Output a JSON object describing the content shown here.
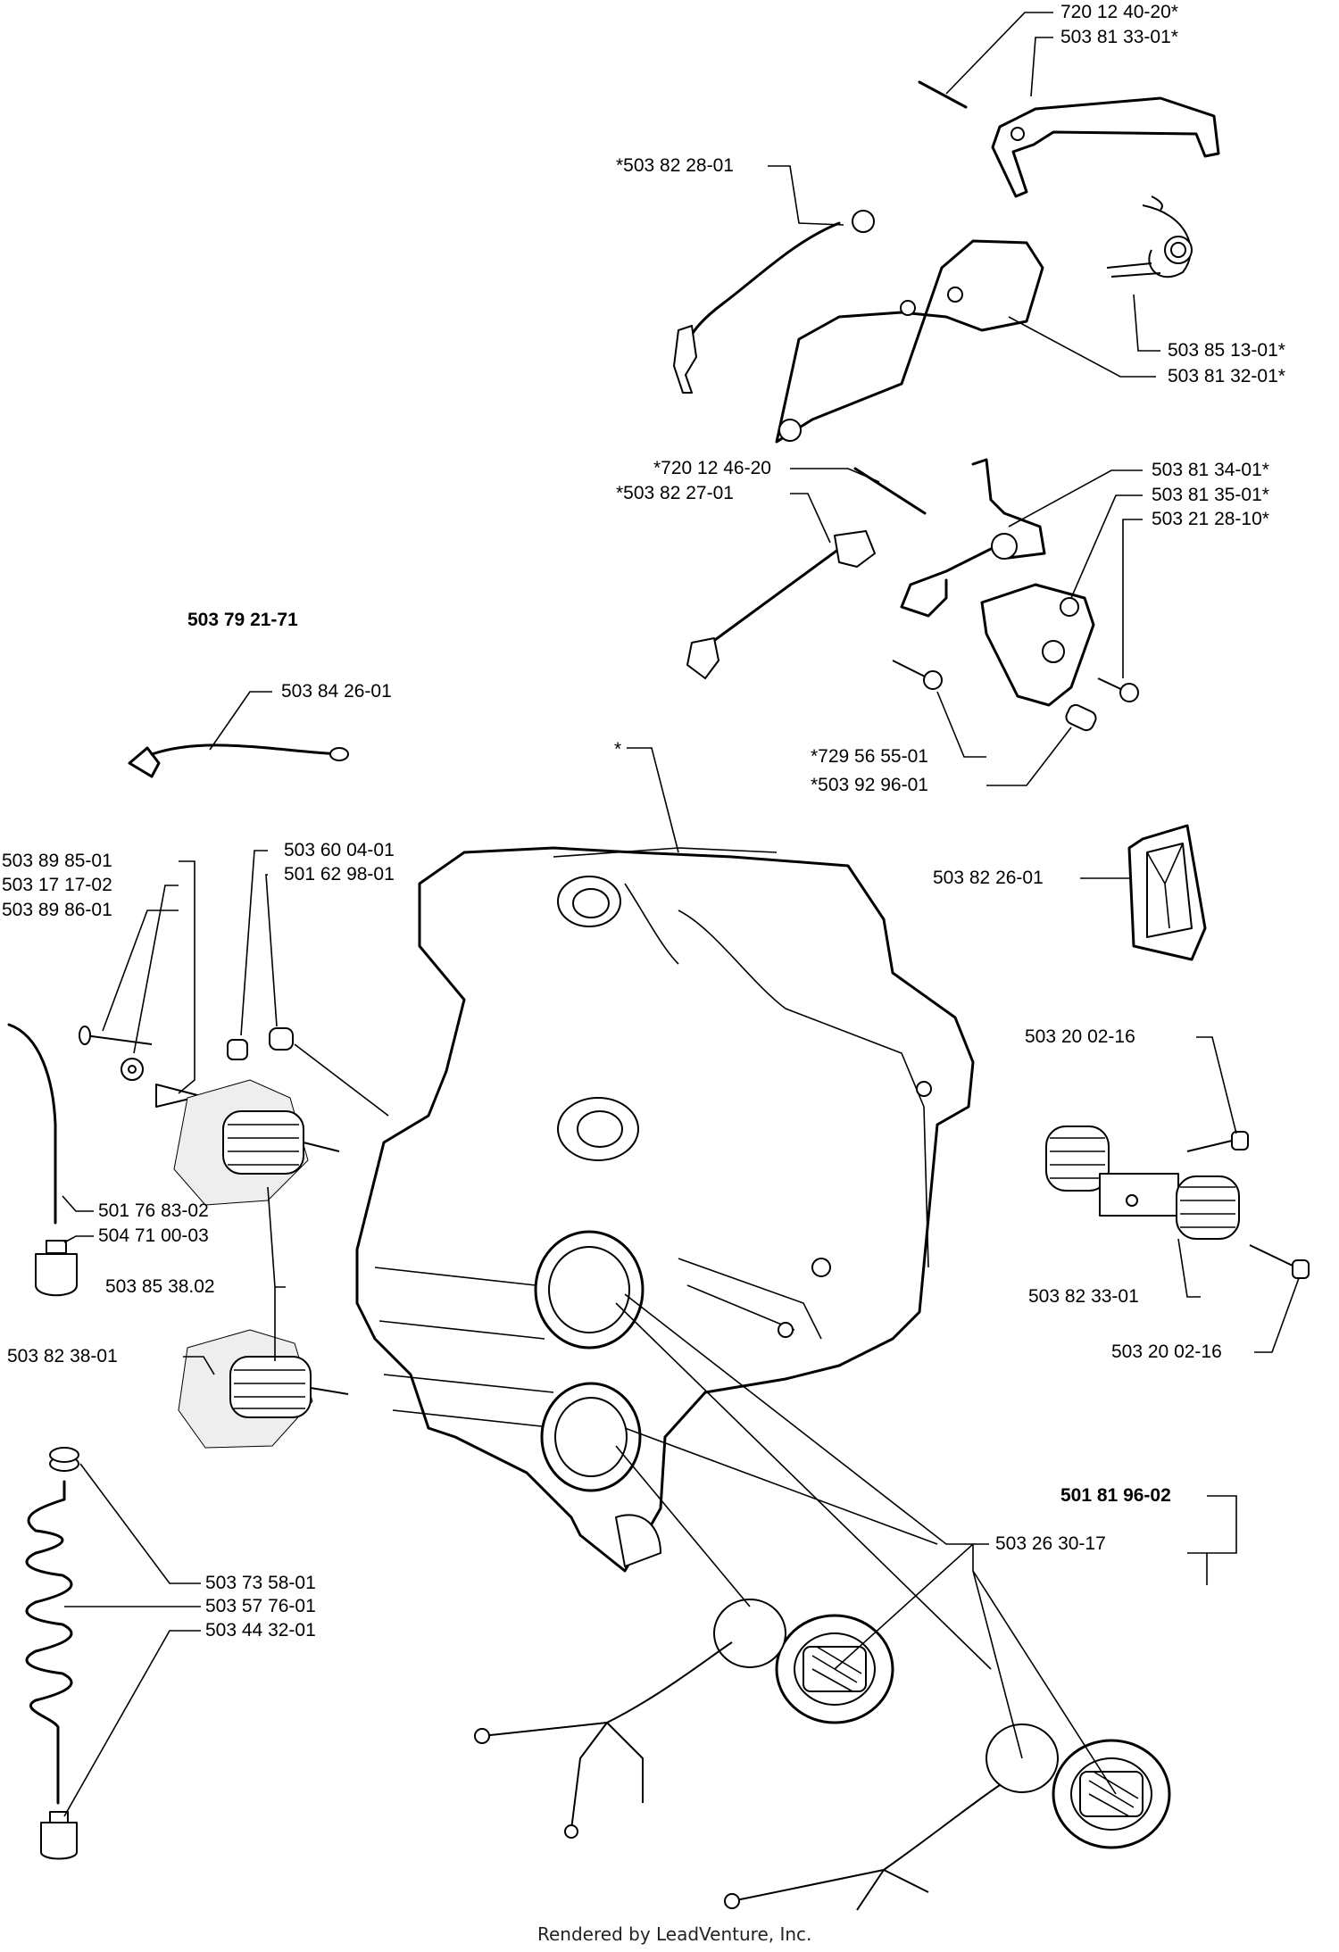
{
  "diagram": {
    "kit_label": "503 79 21-71",
    "assembly_label": "501 81 96-02",
    "labels": {
      "p_720_12_40_20": "720 12 40-20*",
      "p_503_81_33_01": "503 81 33-01*",
      "p_503_82_28_01": "*503 82 28-01",
      "p_503_85_13_01": "503 85 13-01*",
      "p_503_81_32_01": "503 81 32-01*",
      "p_720_12_46_20": "*720 12 46-20",
      "p_503_82_27_01": "*503 82 27-01",
      "p_503_81_34_01": "503 81 34-01*",
      "p_503_81_35_01": "503 81 35-01*",
      "p_503_21_28_10": "503 21 28-10*",
      "p_503_84_26_01": "503 84 26-01",
      "p_729_56_55_01": "*729 56 55-01",
      "p_503_92_96_01": "*503 92 96-01",
      "p_star": "*",
      "p_503_89_85_01": "503 89 85-01",
      "p_503_17_17_02": "503 17 17-02",
      "p_503_89_86_01": "503 89 86-01",
      "p_503_60_04_01": "503 60 04-01",
      "p_501_62_98_01": "501 62 98-01",
      "p_503_82_26_01": "503 82 26-01",
      "p_503_20_02_16_a": "503 20 02-16",
      "p_501_76_83_02": "501 76 83-02",
      "p_504_71_00_03": "504 71 00-03",
      "p_503_85_38_02": "503 85 38.02",
      "p_503_82_33_01": "503 82 33-01",
      "p_503_82_38_01": "503 82 38-01",
      "p_503_20_02_16_b": "503 20 02-16",
      "p_503_26_30_17": "503 26 30-17",
      "p_503_73_58_01": "503 73 58-01",
      "p_503_57_76_01": "503 57 76-01",
      "p_503_44_32_01": "503 44 32-01"
    },
    "footer": "Rendered by LeadVenture, Inc."
  }
}
